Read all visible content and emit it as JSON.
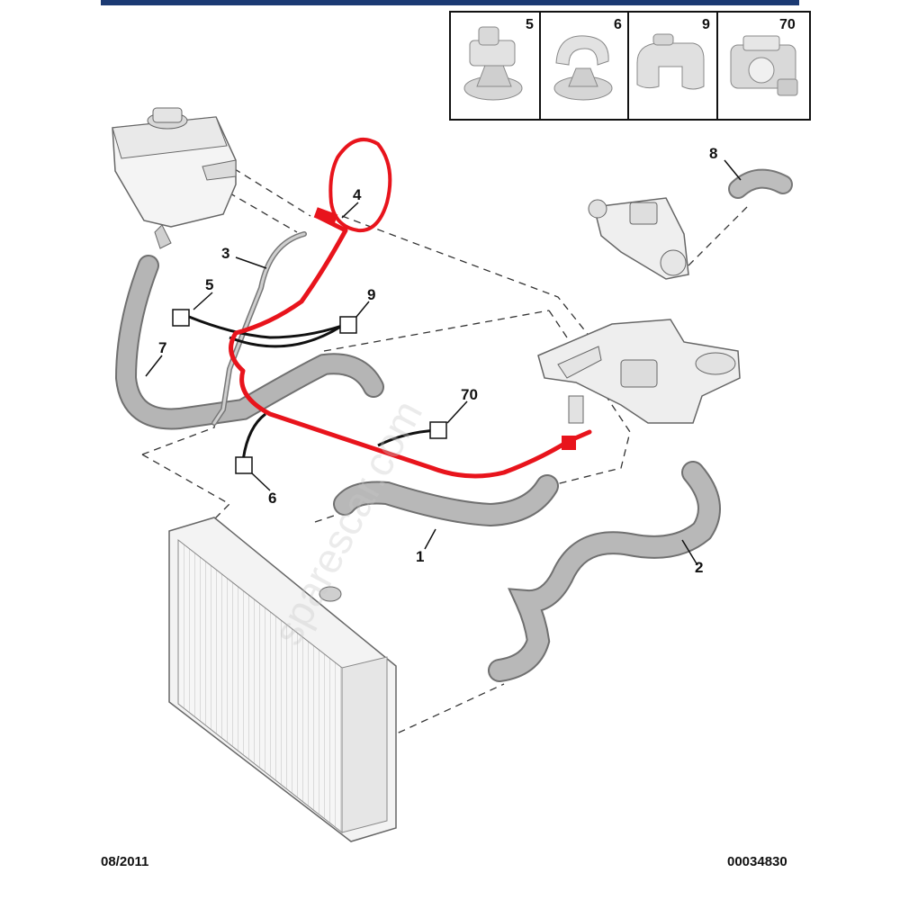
{
  "footer": {
    "date_code": "08/2011",
    "ref_code": "00034830"
  },
  "watermark": "sparescar.com",
  "clip_legend": [
    {
      "number": "5"
    },
    {
      "number": "6"
    },
    {
      "number": "9"
    },
    {
      "number": "70"
    }
  ],
  "callouts": {
    "c1": "1",
    "c2": "2",
    "c3": "3",
    "c4": "4",
    "c5": "5",
    "c6": "6",
    "c7": "7",
    "c8": "8",
    "c9": "9",
    "c70": "70"
  },
  "colors": {
    "highlight": "#e8141c",
    "header_bar": "#1b3a73",
    "hose": "#a9a9a9"
  }
}
